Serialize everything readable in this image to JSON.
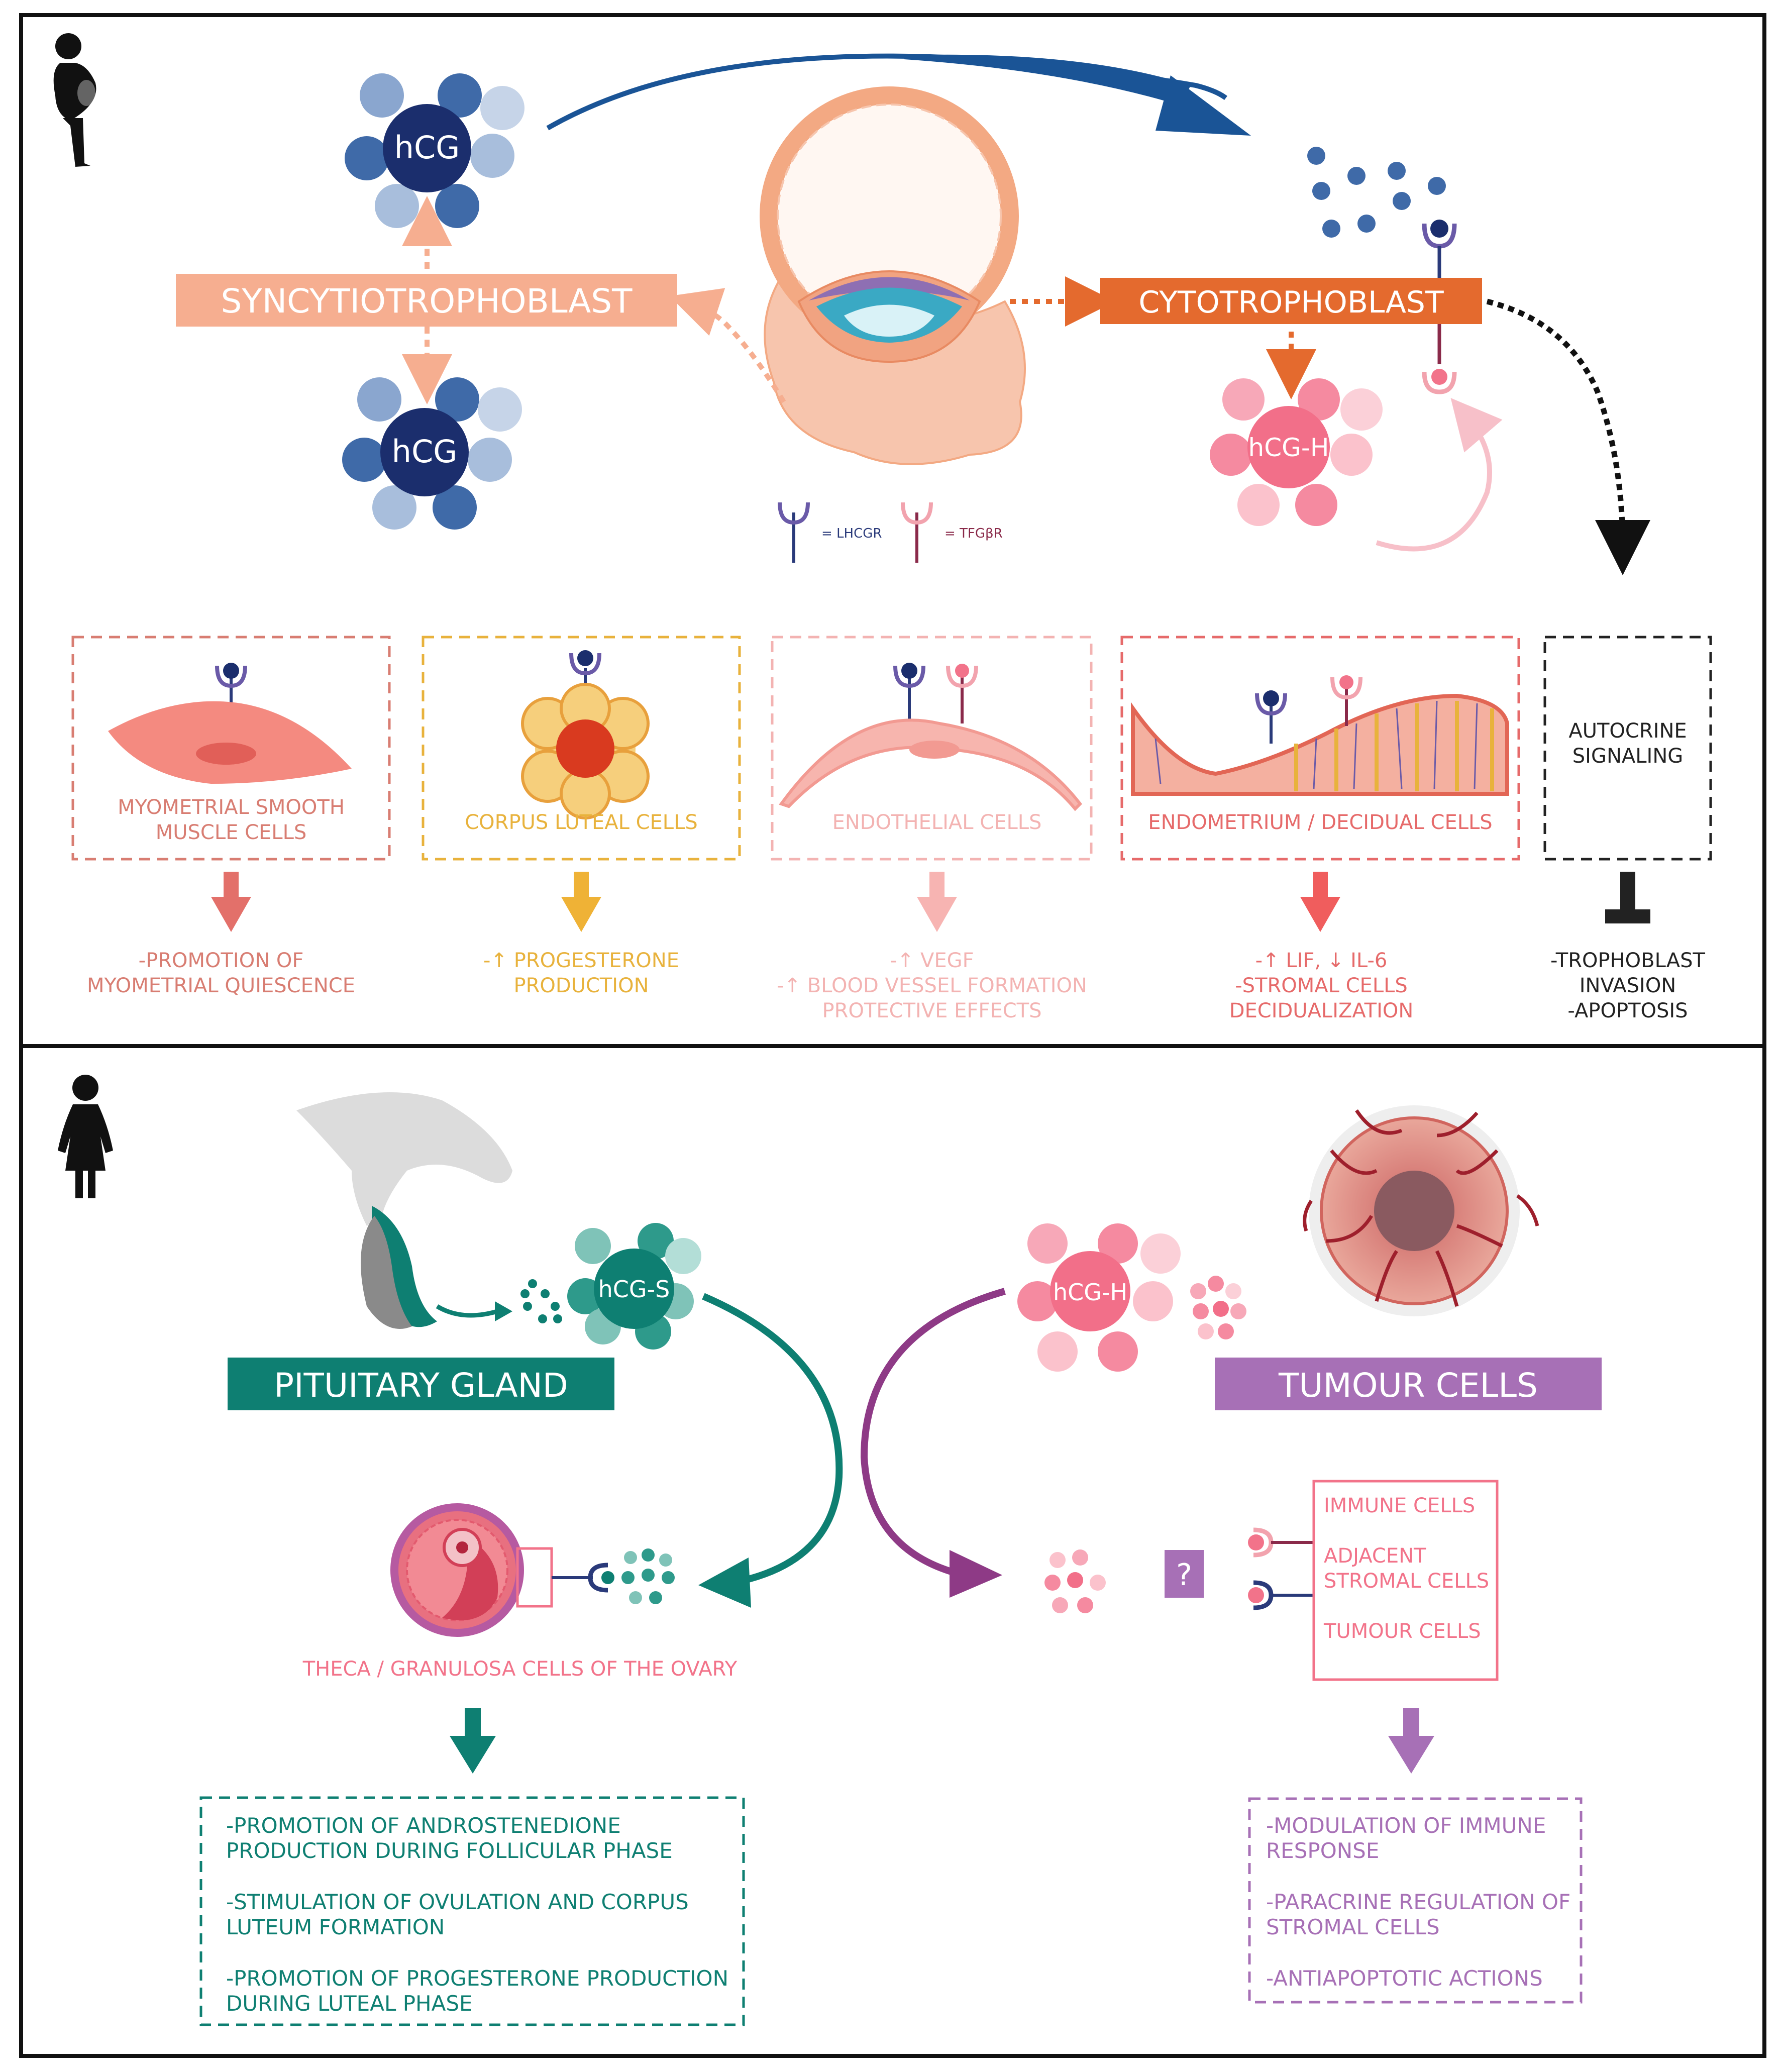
{
  "top": {
    "syncytiotrophoblast": "SYNCYTIOTROPHOBLAST",
    "cytotrophoblast": "CYTOTROPHOBLAST",
    "hcg_top": "hCG",
    "hcg_bottom": "hCG",
    "hcg_h": "hCG-H",
    "legend_lhcgr": "= LHCGR",
    "legend_tgfbr": "= TFGβR",
    "targets": [
      {
        "label": [
          "MYOMETRIAL SMOOTH",
          "MUSCLE CELLS"
        ],
        "effect": [
          "-PROMOTION OF",
          "MYOMETRIAL QUIESCENCE"
        ],
        "color": "#d87d72"
      },
      {
        "label": [
          "CORPUS LUTEAL CELLS"
        ],
        "effect": [
          "-↑ PROGESTERONE",
          "PRODUCTION"
        ],
        "color": "#e8b23c"
      },
      {
        "label": [
          "ENDOTHELIAL CELLS"
        ],
        "effect": [
          "-↑ VEGF",
          "-↑ BLOOD VESSEL FORMATION",
          "PROTECTIVE EFFECTS"
        ],
        "color": "#f3b3b2"
      },
      {
        "label": [
          "ENDOMETRIUM / DECIDUAL CELLS"
        ],
        "effect": [
          "-↑ LIF, ↓ IL-6",
          "-STROMAL CELLS",
          "DECIDUALIZATION"
        ],
        "color": "#e66a6a"
      },
      {
        "label": [
          "AUTOCRINE",
          "SIGNALING"
        ],
        "effect": [
          "-TROPHOBLAST",
          "INVASION",
          "-APOPTOSIS"
        ],
        "color": "#222222"
      }
    ]
  },
  "bottom": {
    "pituitary": "PITUITARY GLAND",
    "tumour": "TUMOUR CELLS",
    "hcg_s": "hCG-S",
    "hcg_h": "hCG-H",
    "ovary_label": "THECA / GRANULOSA CELLS OF THE OVARY",
    "question": "?",
    "tumour_targets": [
      "IMMUNE CELLS",
      "ADJACENT",
      "STROMAL CELLS",
      "TUMOUR CELLS"
    ],
    "ovary_effects": [
      [
        "-PROMOTION OF ANDROSTENEDIONE",
        "PRODUCTION DURING FOLLICULAR PHASE"
      ],
      [
        "-STIMULATION OF OVULATION AND CORPUS",
        "LUTEUM FORMATION"
      ],
      [
        "-PROMOTION OF PROGESTERONE PRODUCTION",
        "DURING LUTEAL PHASE"
      ]
    ],
    "tumour_effects": [
      [
        "-MODULATION OF IMMUNE",
        "RESPONSE"
      ],
      [
        "-PARACRINE REGULATION OF",
        "STROMAL CELLS"
      ],
      [
        "-ANTIAPOPTOTIC ACTIONS"
      ]
    ]
  },
  "colors": {
    "navy": "#1e3a78",
    "salmon": "#f6ae90",
    "orange": "#e46a2e",
    "pink": "#f2738a",
    "teal": "#0e7f72",
    "purple": "#a770b6"
  }
}
